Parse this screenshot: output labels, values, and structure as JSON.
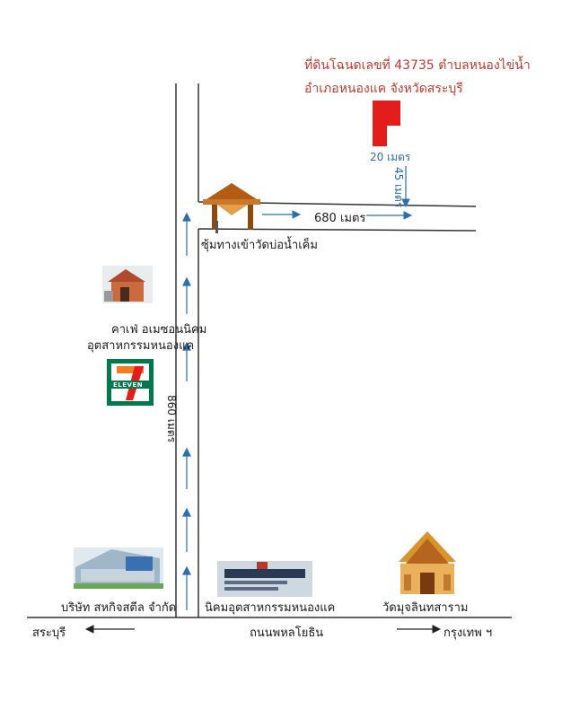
{
  "title": {
    "line1": "ที่ดินโฉนดเลขที่ 43735  ตำบลหนองไข่น้ำ",
    "line2": "อำเภอหนองแค  จังหวัดสระบุรี"
  },
  "plot": {
    "width_label": "20 เมตร",
    "depth_label": "45 เมตร",
    "color": "#e31c1c"
  },
  "roads": {
    "soi_distance": "680 เมตร",
    "main_distance": "860 เมตร",
    "highway_name": "ถนนพหลโยธิน",
    "left_destination": "สระบุรี",
    "right_destination": "กรุงเทพ ฯ"
  },
  "landmarks": {
    "temple_gate": "ซุ้มทางเข้าวัดบ่อน้ำเค็ม",
    "cafe_line1": "คาเฟ่ อเมซอนนิคม",
    "cafe_line2": "อุตสาหกรรมหนองแค",
    "seven_eleven": "ELEVEN",
    "company": "บริษัท สหกิจสตีล จำกัด",
    "industrial_estate": "นิคมอุตสาหกรรมหนองแค",
    "temple": "วัดมุจลินทสาราม"
  },
  "colors": {
    "road_line": "#333333",
    "arrow": "#2a6fb0",
    "seven_green": "#007a4d",
    "seven_orange": "#f47b20",
    "seven_red": "#e31c1c"
  }
}
